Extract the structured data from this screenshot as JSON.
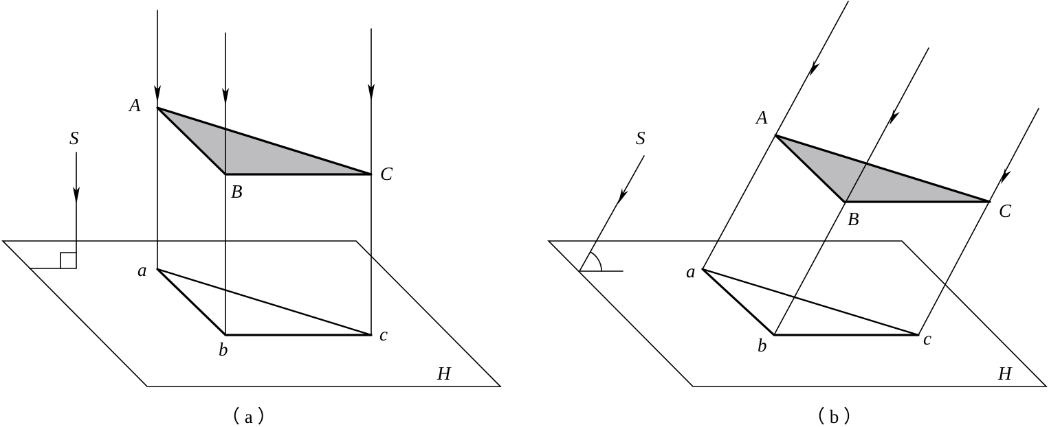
{
  "figures": [
    {
      "id": "a",
      "caption": "（ a ）",
      "source_label": "S",
      "plane_label": "H",
      "space_points": [
        "A",
        "B",
        "C"
      ],
      "projected_points": [
        "a",
        "b",
        "c"
      ],
      "projection_angle": "perpendicular"
    },
    {
      "id": "b",
      "caption": "（ b ）",
      "source_label": "S",
      "plane_label": "H",
      "space_points": [
        "A",
        "B",
        "C"
      ],
      "projected_points": [
        "a",
        "b",
        "c"
      ],
      "projection_angle": "oblique"
    }
  ],
  "colors": {
    "line": "#000000",
    "triangle_fill": "#bdbdbf",
    "background": "#ffffff"
  }
}
